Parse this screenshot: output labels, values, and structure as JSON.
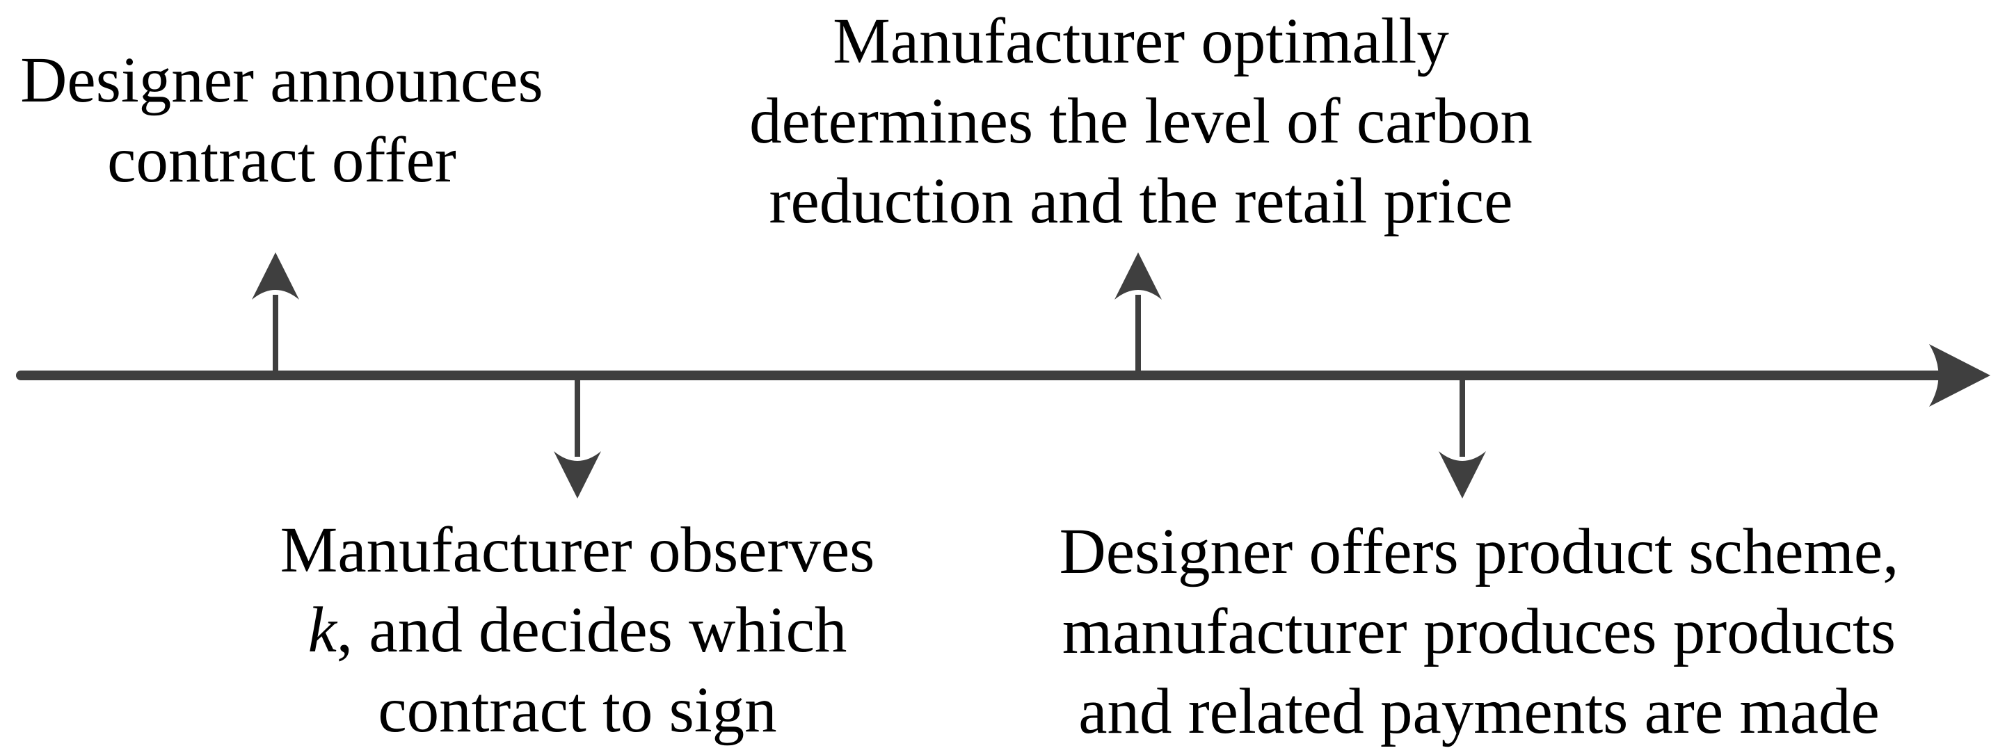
{
  "figure": {
    "background_color": "#ffffff",
    "axis_color": "#3f3f3f",
    "text_color": "#000000"
  },
  "events": {
    "e1": {
      "order": 1,
      "position": "above-axis",
      "line1": "Designer announces",
      "line2": "contract offer"
    },
    "e2": {
      "order": 2,
      "position": "below-axis",
      "line1": "Manufacturer observes",
      "line2_italic_var": "k",
      "line2_rest": ", and decides which",
      "line3": "contract to sign"
    },
    "e3": {
      "order": 3,
      "position": "above-axis",
      "line1": "Manufacturer optimally",
      "line2": "determines the level of carbon",
      "line3": "reduction and the retail price"
    },
    "e4": {
      "order": 4,
      "position": "below-axis",
      "line1": "Designer offers product scheme,",
      "line2": "manufacturer produces products",
      "line3": "and related payments are made"
    }
  }
}
